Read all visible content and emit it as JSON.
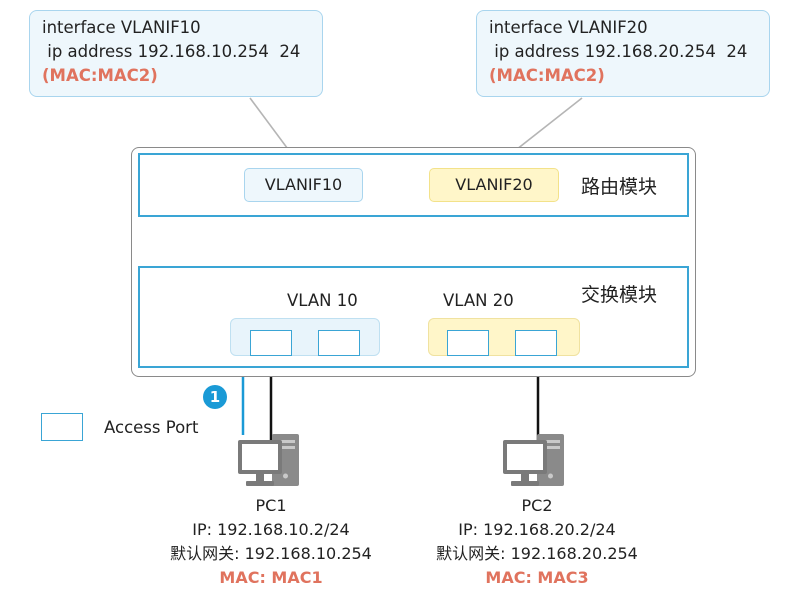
{
  "callouts": [
    {
      "line1": "interface VLANIF10",
      "line2": " ip address 192.168.10.254  24",
      "mac": "(MAC:MAC2)"
    },
    {
      "line1": "interface VLANIF20",
      "line2": " ip address 192.168.20.254  24",
      "mac": "(MAC:MAC2)"
    }
  ],
  "modules": {
    "routing": "路由模块",
    "switching": "交换模块"
  },
  "vlanifs": [
    "VLANIF10",
    "VLANIF20"
  ],
  "vlans": [
    "VLAN 10",
    "VLAN 20"
  ],
  "legend": {
    "label": "Access Port"
  },
  "step": "1",
  "pcs": [
    {
      "name": "PC1",
      "ip": "IP: 192.168.10.2/24",
      "gw": "默认网关: 192.168.10.254",
      "mac": "MAC: MAC1"
    },
    {
      "name": "PC2",
      "ip": "IP: 192.168.20.2/24",
      "gw": "默认网关: 192.168.20.254",
      "mac": "MAC: MAC3"
    }
  ],
  "colors": {
    "accent": "#3aa5d5",
    "mac_text": "#e0735e",
    "vlan10_fill": "#e8f4fb",
    "vlan20_fill": "#fff6c9",
    "step_badge": "#1a9ad6"
  }
}
